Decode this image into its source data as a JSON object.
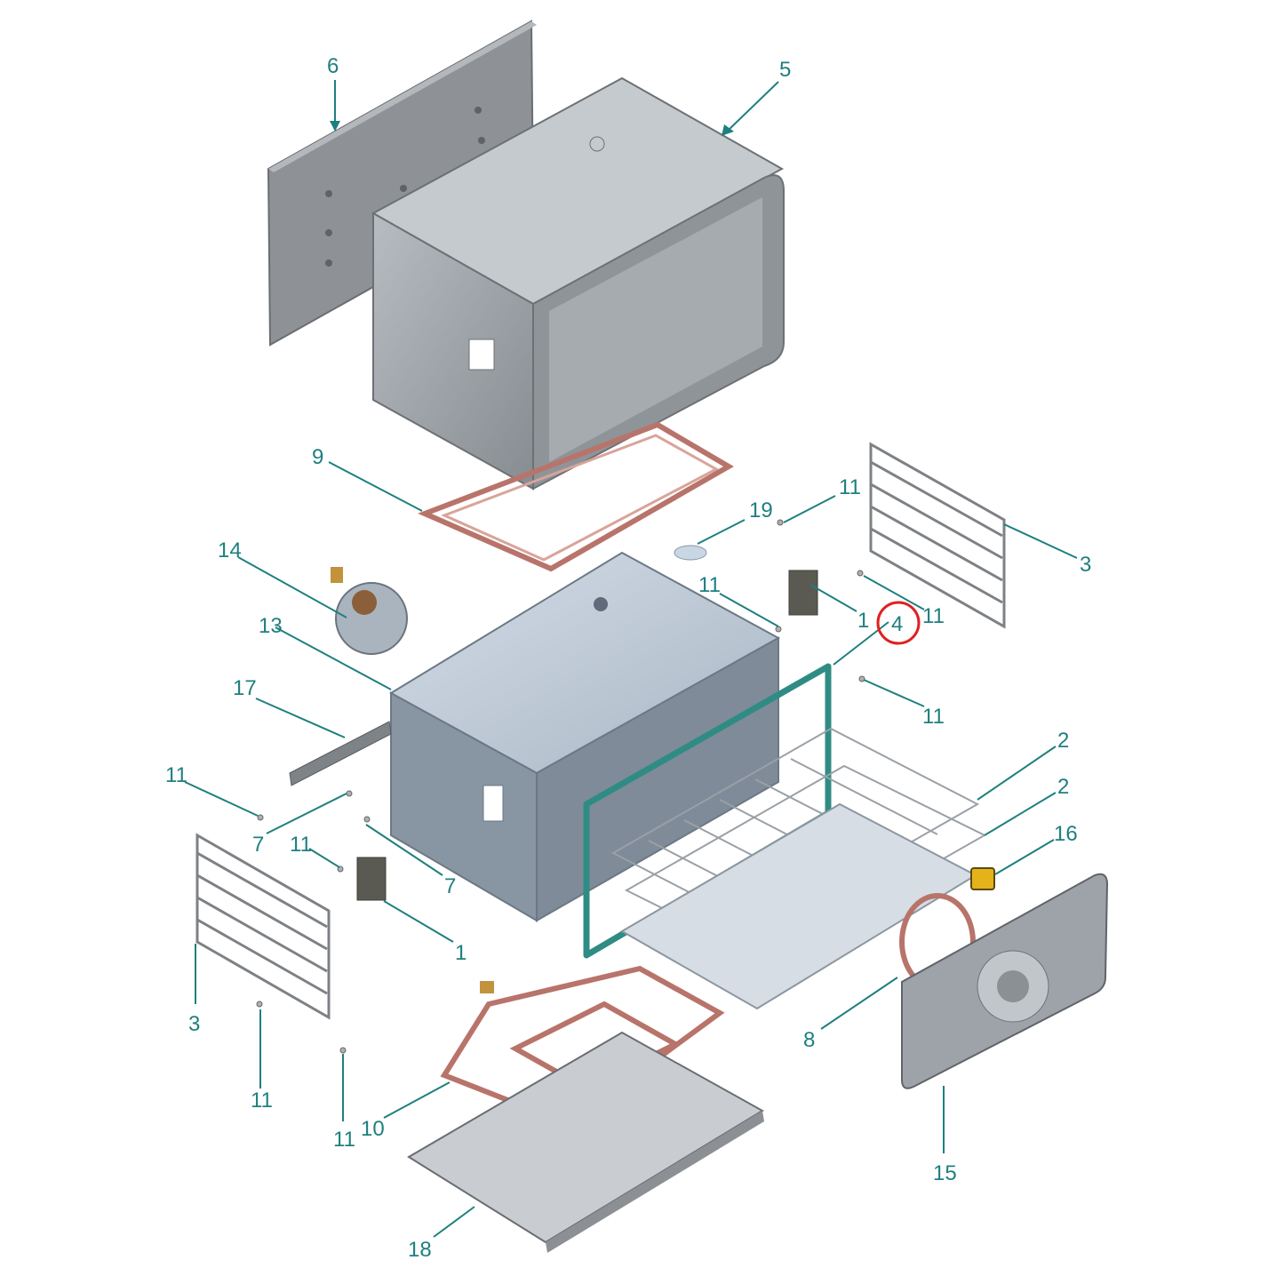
{
  "diagram": {
    "callouts": [
      {
        "id": "c6",
        "label": "6"
      },
      {
        "id": "c5",
        "label": "5"
      },
      {
        "id": "c9",
        "label": "9"
      },
      {
        "id": "c19",
        "label": "19"
      },
      {
        "id": "c11a",
        "label": "11"
      },
      {
        "id": "c3a",
        "label": "3"
      },
      {
        "id": "c14",
        "label": "14"
      },
      {
        "id": "c11b",
        "label": "11"
      },
      {
        "id": "c1a",
        "label": "1"
      },
      {
        "id": "c11c",
        "label": "11"
      },
      {
        "id": "c4",
        "label": "4"
      },
      {
        "id": "c13",
        "label": "13"
      },
      {
        "id": "c17",
        "label": "17"
      },
      {
        "id": "c11d",
        "label": "11"
      },
      {
        "id": "c2a",
        "label": "2"
      },
      {
        "id": "c11e",
        "label": "11"
      },
      {
        "id": "c2b",
        "label": "2"
      },
      {
        "id": "c7a",
        "label": "7"
      },
      {
        "id": "c16",
        "label": "16"
      },
      {
        "id": "c11f",
        "label": "11"
      },
      {
        "id": "c7b",
        "label": "7"
      },
      {
        "id": "c1b",
        "label": "1"
      },
      {
        "id": "c3b",
        "label": "3"
      },
      {
        "id": "c8",
        "label": "8"
      },
      {
        "id": "c11g",
        "label": "11"
      },
      {
        "id": "c10",
        "label": "10"
      },
      {
        "id": "c11h",
        "label": "11"
      },
      {
        "id": "c15",
        "label": "15"
      },
      {
        "id": "c18",
        "label": "18"
      }
    ],
    "highlight": {
      "target": "4",
      "color": "#e02020"
    },
    "colors": {
      "accent": "#1f7f7f",
      "panel": "#8f9499",
      "cavity": "#b9c6d3",
      "element": "#b8746a",
      "gasket": "#2f8c84"
    }
  }
}
